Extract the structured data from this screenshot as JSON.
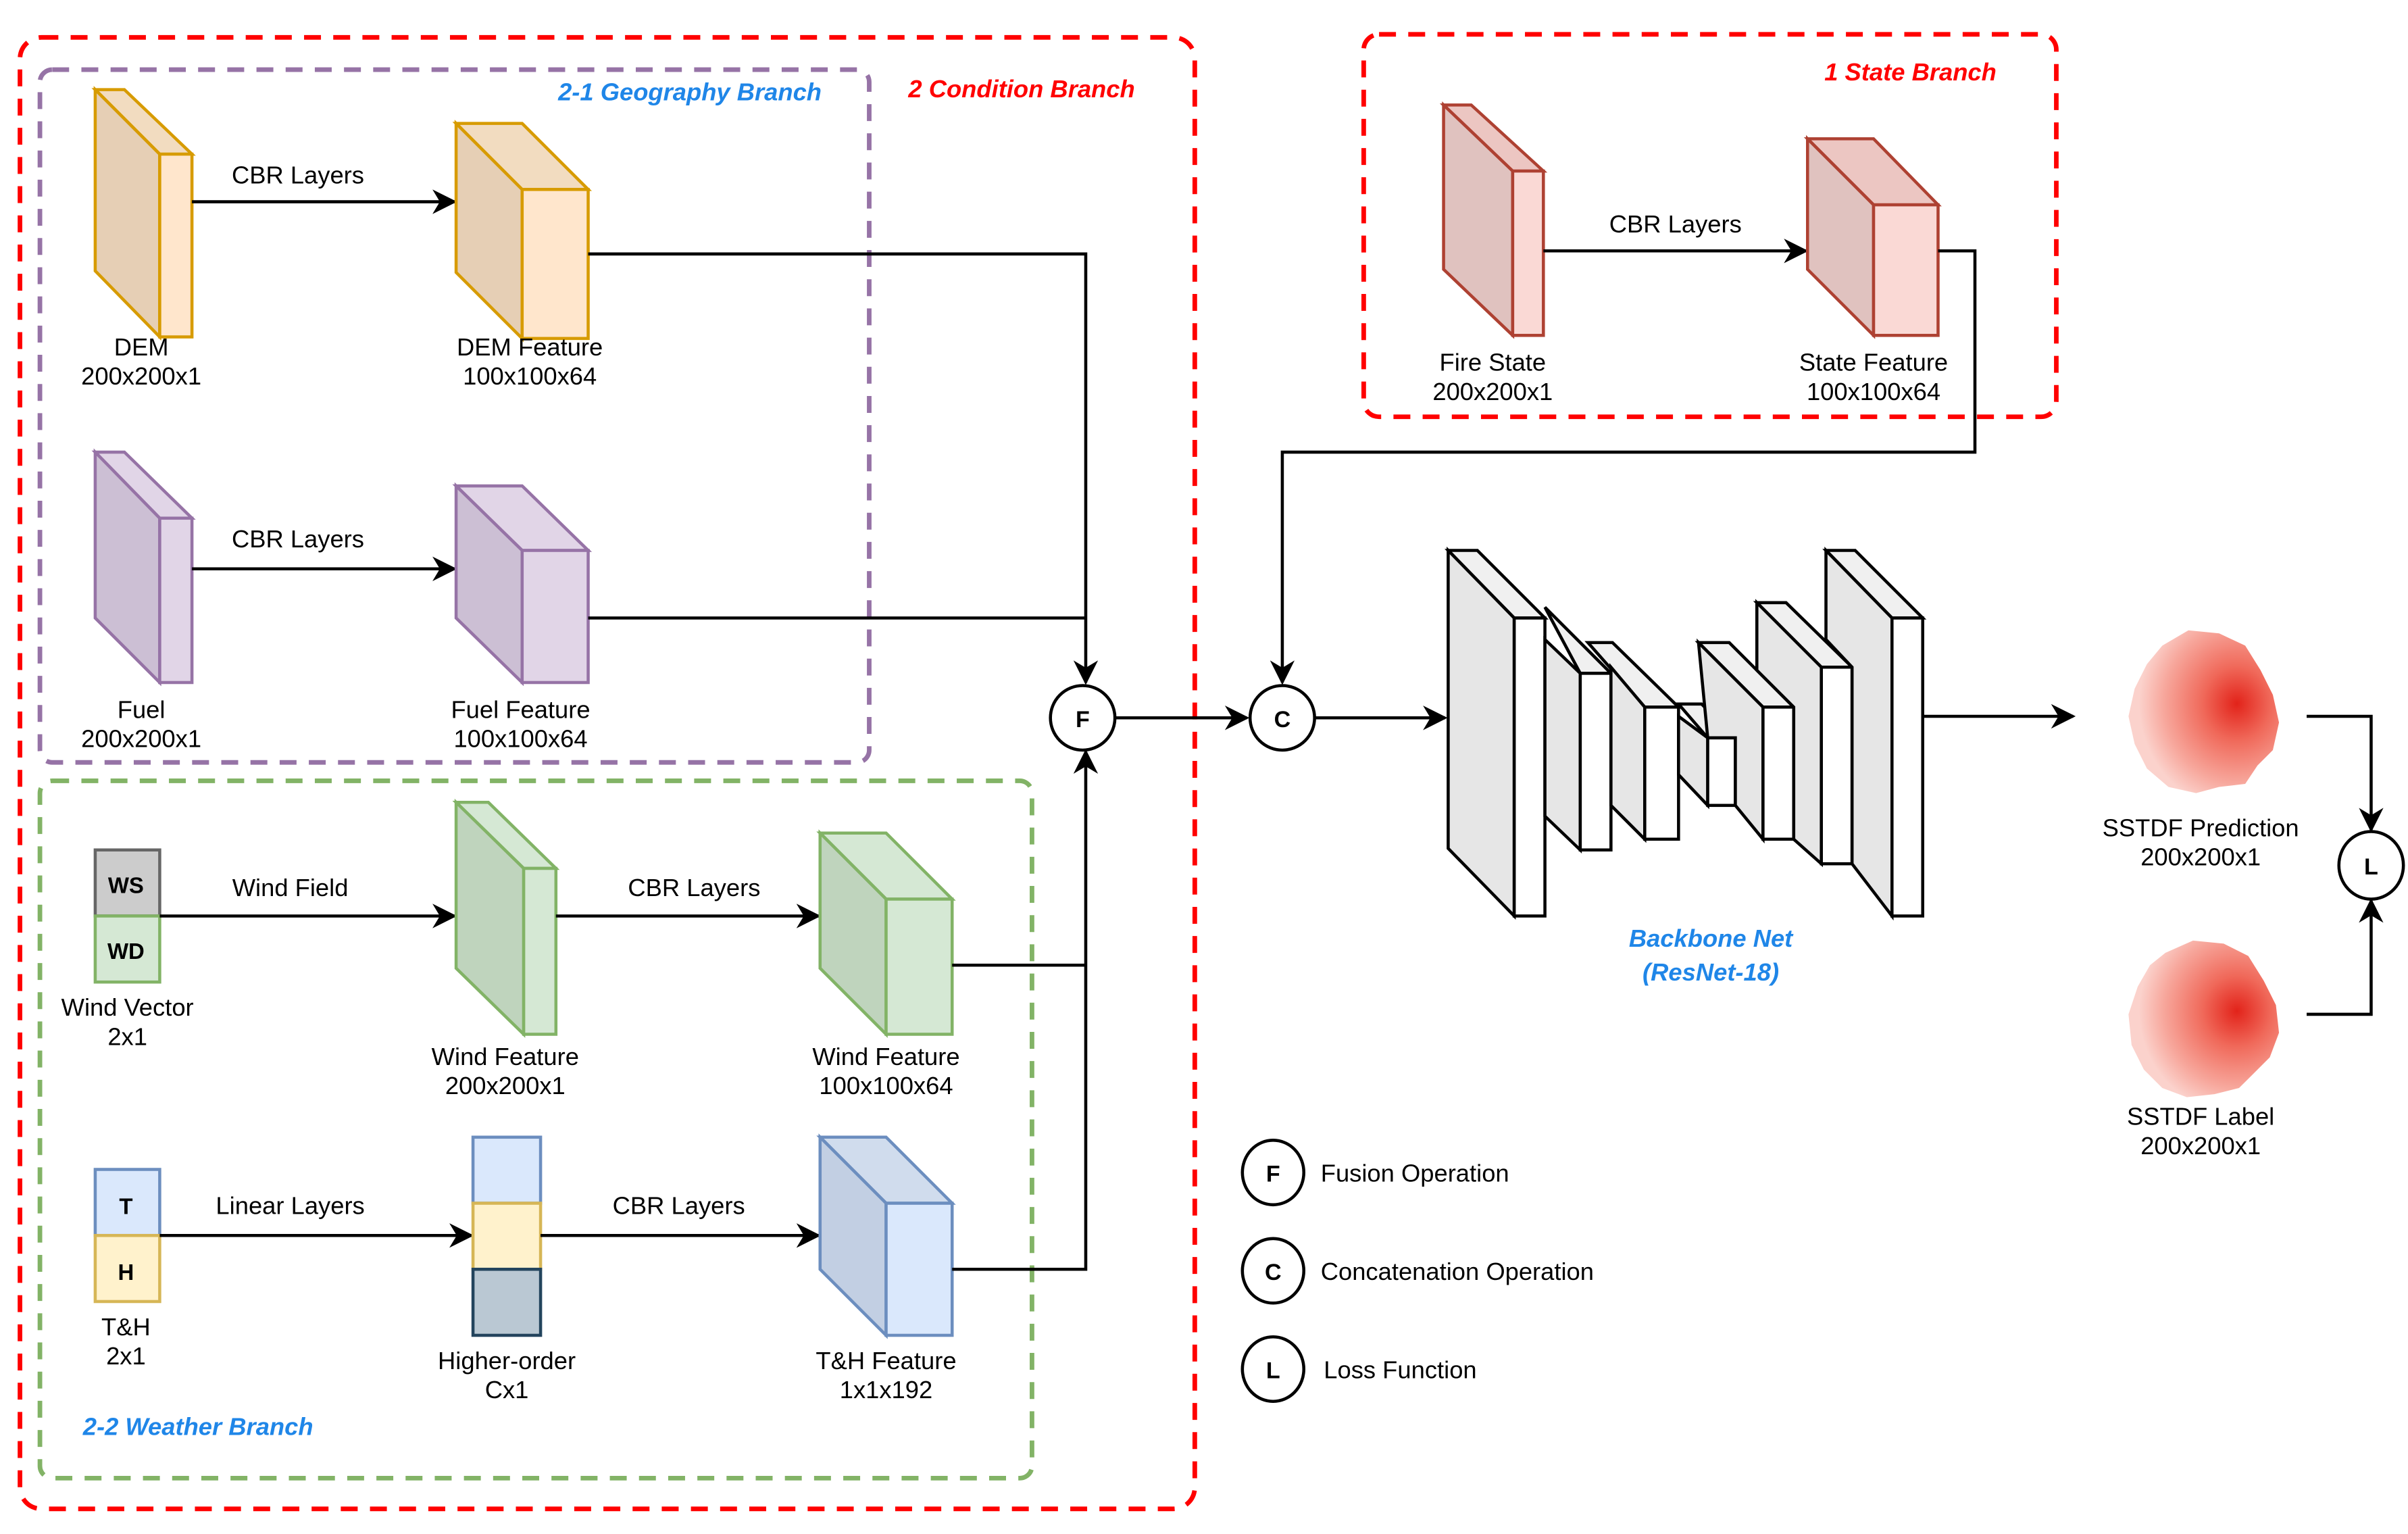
{
  "groups": {
    "condition_branch": "2 Condition Branch",
    "geography_branch": "2-1 Geography Branch",
    "weather_branch": "2-2 Weather Branch",
    "state_branch": "1 State Branch"
  },
  "colors": {
    "red_border": "#ff0000",
    "purple_border": "#9673a6",
    "green_border": "#82b366",
    "blue_title": "#1f86e8",
    "dem_stroke": "#d79b00",
    "fuel_stroke": "#9673a6",
    "wind_stroke": "#82b366",
    "th_stroke": "#6c8ebf",
    "state_stroke": "#ae4132"
  },
  "geography": {
    "dem": {
      "name": "DEM",
      "shape": "200x200x1"
    },
    "dem_arrow": "CBR Layers",
    "dem_feature": {
      "name": "DEM Feature",
      "shape": "100x100x64"
    },
    "fuel": {
      "name": "Fuel",
      "shape": "200x200x1"
    },
    "fuel_arrow": "CBR Layers",
    "fuel_feature": {
      "name": "Fuel Feature",
      "shape": "100x100x64"
    }
  },
  "weather": {
    "wind_vector": {
      "name": "Wind Vector",
      "shape": "2x1",
      "cells": [
        "WS",
        "WD"
      ]
    },
    "wind_arrow": "Wind Field",
    "wind_feature_1": {
      "name": "Wind Feature",
      "shape": "200x200x1"
    },
    "wind_cbr_arrow": "CBR Layers",
    "wind_feature_2": {
      "name": "Wind Feature",
      "shape": "100x100x64"
    },
    "th": {
      "name": "T&H",
      "shape": "2x1",
      "cells": [
        "T",
        "H"
      ]
    },
    "linear_arrow": "Linear Layers",
    "higher_order": {
      "name": "Higher-order",
      "shape": "Cx1"
    },
    "th_cbr_arrow": "CBR Layers",
    "th_feature": {
      "name": "T&H Feature",
      "shape": "1x1x192"
    }
  },
  "state": {
    "fire_state": {
      "name": "Fire State",
      "shape": "200x200x1"
    },
    "arrow": "CBR Layers",
    "state_feature": {
      "name": "State Feature",
      "shape": "100x100x64"
    }
  },
  "ops": {
    "fusion": "F",
    "concat": "C",
    "loss": "L"
  },
  "backbone": {
    "title": "Backbone Net",
    "subtitle": "(ResNet-18)"
  },
  "outputs": {
    "prediction": {
      "name": "SSTDF Prediction",
      "shape": "200x200x1"
    },
    "label": {
      "name": "SSTDF Label",
      "shape": "200x200x1"
    }
  },
  "legend": [
    {
      "symbol": "F",
      "label": "Fusion Operation"
    },
    {
      "symbol": "C",
      "label": "Concatenation Operation"
    },
    {
      "symbol": "L",
      "label": "Loss Function"
    }
  ]
}
